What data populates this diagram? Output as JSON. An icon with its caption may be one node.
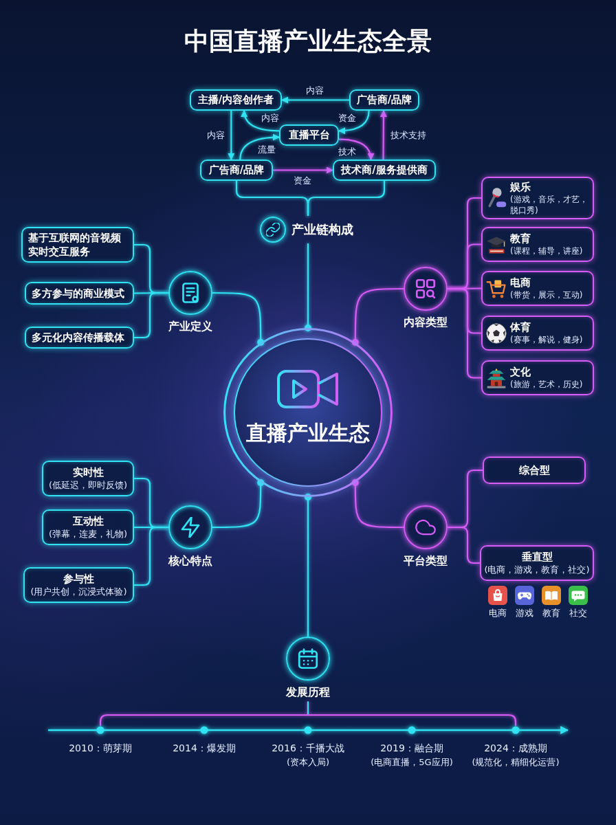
{
  "diagram": {
    "title": "中国直播产业生态全景",
    "nodes": [
      {
        "text": [
          "主播/内容创作者"
        ]
      },
      {
        "text": [
          "广告商/品牌"
        ]
      },
      {
        "text": [
          "直播平台"
        ]
      },
      {
        "text": [
          "广告商/品牌"
        ]
      },
      {
        "text": [
          "技术商/服务提供商"
        ]
      },
      {
        "text": [
          "产业链构成"
        ]
      },
      {
        "text": [
          "基于互联网的音视频实时交互服务"
        ]
      },
      {
        "text": [
          "多方参与的商业模式"
        ]
      },
      {
        "text": [
          "多元化内容传播载体"
        ]
      },
      {
        "text": [
          "产业定义"
        ]
      },
      {
        "text": [
          "娱乐",
          "(游戏，音乐，才艺，脱口秀)"
        ]
      },
      {
        "text": [
          "教育",
          "(课程，辅导，讲座)"
        ]
      },
      {
        "text": [
          "电商",
          "(带货，展示，互动)"
        ]
      },
      {
        "text": [
          "体育",
          "(赛事，解说，健身)"
        ]
      },
      {
        "text": [
          "文化",
          "(旅游，艺术，历史)"
        ]
      },
      {
        "text": [
          "内容类型"
        ]
      },
      {
        "text": [
          "直播产业生态"
        ]
      },
      {
        "text": [
          "实时性",
          "(低延迟，即时反馈)"
        ]
      },
      {
        "text": [
          "互动性",
          "(弹幕，连麦，礼物)"
        ]
      },
      {
        "text": [
          "参与性",
          "(用户共创，沉浸式体验)"
        ]
      },
      {
        "text": [
          "核心特点"
        ]
      },
      {
        "text": [
          "综合型"
        ]
      },
      {
        "text": [
          "垂直型",
          "(电商，游戏，教育，社交)"
        ]
      },
      {
        "text": [
          "平台类型"
        ]
      },
      {
        "text": [
          "发展历程"
        ]
      }
    ],
    "edges": [
      {
        "from": 1,
        "to": 0,
        "arrow": "to",
        "label": "内容"
      },
      {
        "from": 2,
        "to": 0,
        "arrow": "to",
        "label": "内容"
      },
      {
        "from": 1,
        "to": 2,
        "arrow": "to",
        "label": "资金"
      },
      {
        "from": 0,
        "to": 3,
        "arrow": "to",
        "label": "内容"
      },
      {
        "from": 3,
        "to": 2,
        "arrow": "to",
        "label": "流量"
      },
      {
        "from": 2,
        "to": 4,
        "arrow": "to",
        "label": "技术",
        "color": "#d65cf5"
      },
      {
        "from": 3,
        "to": 4,
        "arrow": "to",
        "label": "资金",
        "color": "#d65cf5"
      },
      {
        "from": 4,
        "to": 1,
        "arrow": "to",
        "label": "技术支持",
        "color": "#d65cf5"
      },
      {
        "from": 3,
        "to": 5,
        "arrow": "none"
      },
      {
        "from": 4,
        "to": 5,
        "arrow": "none"
      },
      {
        "from": 16,
        "to": 5,
        "arrow": "other"
      },
      {
        "from": 16,
        "to": 9,
        "arrow": "other"
      },
      {
        "from": 16,
        "to": 15,
        "arrow": "other",
        "color": "#d65cf5"
      },
      {
        "from": 16,
        "to": 20,
        "arrow": "other"
      },
      {
        "from": 16,
        "to": 23,
        "arrow": "other",
        "color": "#d65cf5"
      },
      {
        "from": 16,
        "to": 24,
        "arrow": "other"
      },
      {
        "from": 9,
        "to": 6,
        "arrow": "none"
      },
      {
        "from": 9,
        "to": 7,
        "arrow": "none"
      },
      {
        "from": 9,
        "to": 8,
        "arrow": "none"
      },
      {
        "from": 15,
        "to": 10,
        "arrow": "none",
        "color": "#d65cf5"
      },
      {
        "from": 15,
        "to": 11,
        "arrow": "none",
        "color": "#d65cf5"
      },
      {
        "from": 15,
        "to": 12,
        "arrow": "none",
        "color": "#d65cf5"
      },
      {
        "from": 15,
        "to": 13,
        "arrow": "none",
        "color": "#d65cf5"
      },
      {
        "from": 15,
        "to": 14,
        "arrow": "none",
        "color": "#d65cf5"
      },
      {
        "from": 20,
        "to": 17,
        "arrow": "none"
      },
      {
        "from": 20,
        "to": 18,
        "arrow": "none"
      },
      {
        "from": 20,
        "to": 19,
        "arrow": "none"
      },
      {
        "from": 23,
        "to": 21,
        "arrow": "none",
        "color": "#d65cf5"
      },
      {
        "from": 23,
        "to": 22,
        "arrow": "none",
        "color": "#d65cf5"
      }
    ],
    "labels": [
      "电商",
      "游戏",
      "教育",
      "社交",
      "2010：萌芽期",
      "2014：爆发期",
      "2016：千播大战",
      "2019：融合期",
      "2024：成熟期",
      "(资本入局)",
      "(电商直播，5G应用)",
      "(规范化，精细化运营)"
    ]
  }
}
